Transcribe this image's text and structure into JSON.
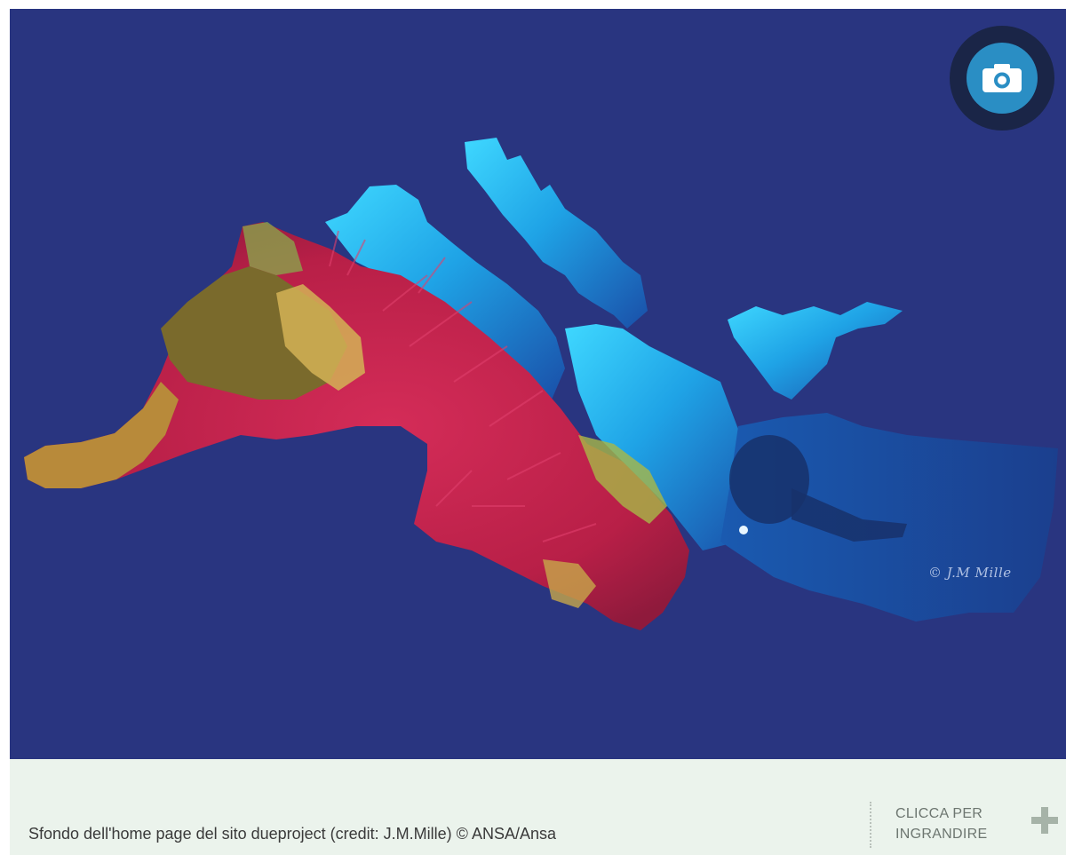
{
  "photo": {
    "alt": "Mediterranean sea shape filled with red coral and a diver",
    "watermark": "© J.M Mille",
    "colors": {
      "background": "#293580",
      "coral_red": "#c8264f",
      "coral_yellow": "#c9a44a",
      "water_light": "#27c7f0",
      "water_deep": "#1a5fb8"
    }
  },
  "camera_button": {
    "icon": "camera-icon"
  },
  "caption": {
    "text": "Sfondo dell'home page del sito dueproject (credit: J.M.Mille) © ANSA/Ansa"
  },
  "enlarge": {
    "label": "CLICCA PER\nINGRANDIRE",
    "icon": "plus-icon"
  }
}
